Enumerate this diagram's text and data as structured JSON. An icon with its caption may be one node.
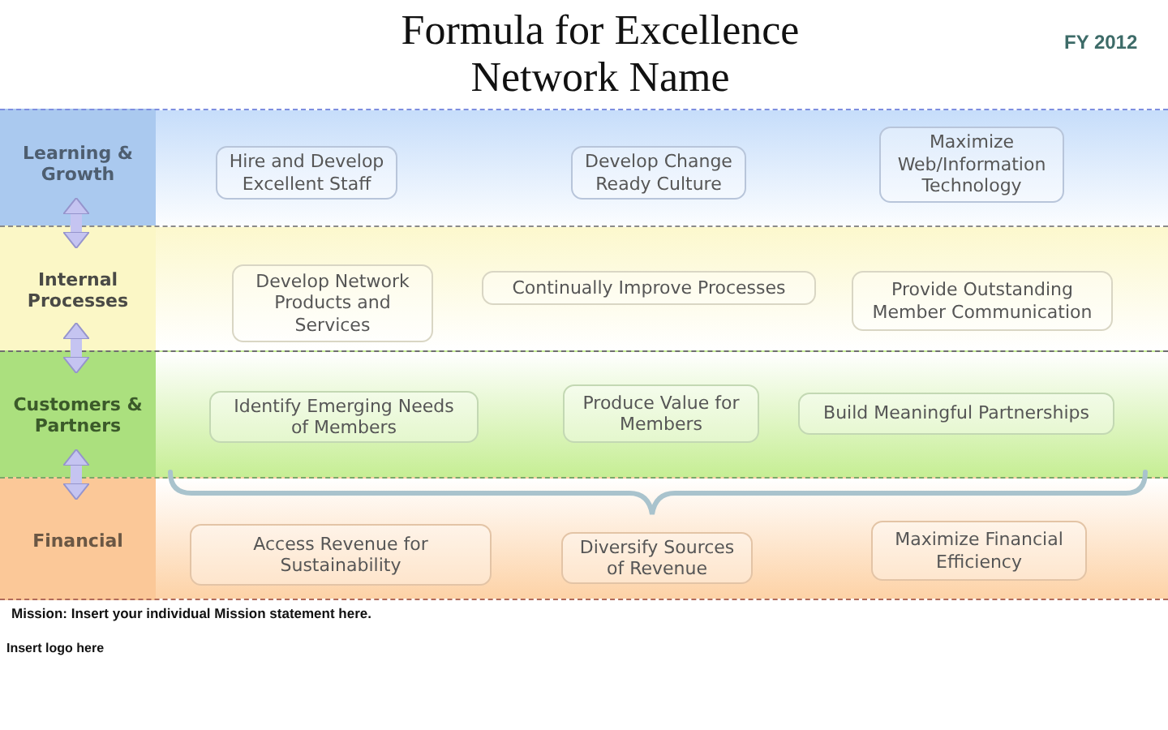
{
  "diagram": {
    "title": "Formula for Excellence Network Name",
    "nodes": [
      {
        "text": [
          "Learning & Growth"
        ]
      },
      {
        "text": [
          "Hire and Develop Excellent Staff"
        ],
        "in": 0
      },
      {
        "text": [
          "Develop Change Ready Culture"
        ],
        "in": 0
      },
      {
        "text": [
          "Maximize Web/Information Technology"
        ],
        "in": 0
      },
      {
        "text": [
          "Internal Processes"
        ]
      },
      {
        "text": [
          "Develop Network Products and Services"
        ],
        "in": 4
      },
      {
        "text": [
          "Continually Improve Processes"
        ],
        "in": 4
      },
      {
        "text": [
          "Provide Outstanding Member Communication"
        ],
        "in": 4
      },
      {
        "text": [
          "Customers & Partners"
        ]
      },
      {
        "text": [
          "Identify Emerging Needs of Members"
        ],
        "in": 8
      },
      {
        "text": [
          "Produce Value for Members"
        ],
        "in": 8
      },
      {
        "text": [
          "Build Meaningful Partnerships"
        ],
        "in": 8
      },
      {
        "text": [
          "Financial"
        ]
      },
      {
        "text": [
          "Access Revenue for Sustainability"
        ],
        "in": 12
      },
      {
        "text": [
          "Diversify Sources of Revenue"
        ],
        "in": 12
      },
      {
        "text": [
          "Maximize Financial Efficiency"
        ],
        "in": 12
      }
    ],
    "edges": [
      {
        "from": 0,
        "to": 4,
        "arrow": "both"
      },
      {
        "from": 4,
        "to": 8,
        "arrow": "both"
      },
      {
        "from": 8,
        "to": 12,
        "arrow": "both"
      }
    ],
    "labels": [
      "FY 2012",
      "Mission: Insert your individual Mission statement here.",
      "Insert logo here"
    ]
  }
}
